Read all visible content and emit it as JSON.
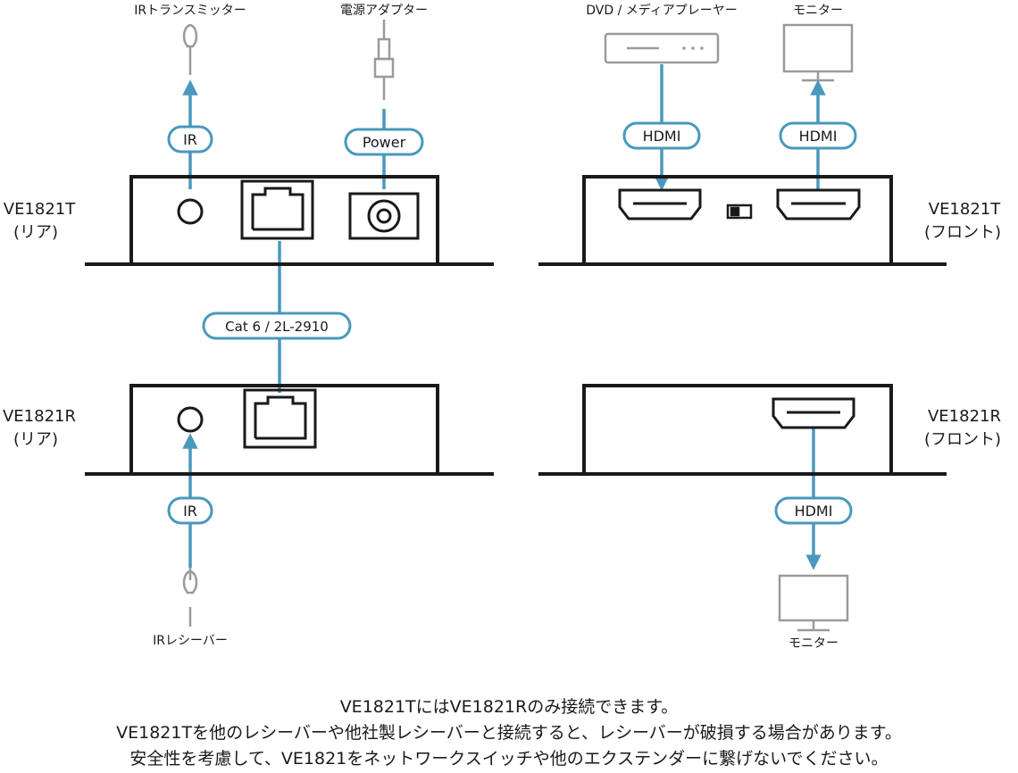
{
  "colors": {
    "cable": "#4a98bd",
    "device": "#1a1a1a",
    "peripheral": "#9a9a9a",
    "background": "#ffffff"
  },
  "peripherals": {
    "ir_transmitter": "IRトランスミッター",
    "power_adapter": "電源アダプター",
    "dvd_player": "DVD / メディアプレーヤー",
    "monitor_top": "モニター",
    "ir_receiver": "IRレシーバー",
    "monitor_bottom": "モニター"
  },
  "devices": {
    "tx_rear": {
      "model": "VE1821T",
      "side": "(リア)"
    },
    "tx_front": {
      "model": "VE1821T",
      "side": "(フロント)"
    },
    "rx_rear": {
      "model": "VE1821R",
      "side": "(リア)"
    },
    "rx_front": {
      "model": "VE1821R",
      "side": "(フロント)"
    }
  },
  "cable_labels": {
    "ir_tx": "IR",
    "power": "Power",
    "hdmi_in": "HDMI",
    "hdmi_out_tx": "HDMI",
    "cat6": "Cat 6 / 2L-2910",
    "ir_rx": "IR",
    "hdmi_out_rx": "HDMI"
  },
  "notes": [
    "VE1821TにはVE1821Rのみ接続できます。",
    "VE1821Tを他のレシーバーや他社製レシーバーと接続すると、レシーバーが破損する場合があります。",
    "安全性を考慮して、VE1821をネットワークスイッチや他のエクステンダーに繋げないでください。"
  ]
}
